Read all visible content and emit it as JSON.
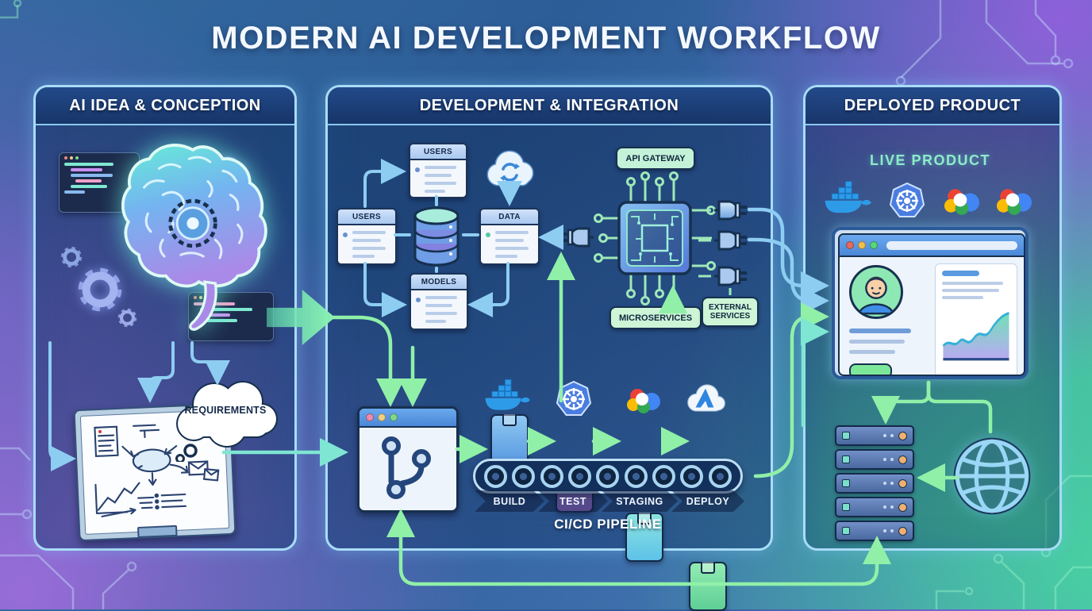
{
  "title": "MODERN AI DEVELOPMENT WORKFLOW",
  "panel_conception": {
    "header": "AI IDEA & CONCEPTION",
    "requirements_label": "REQUIREMENTS"
  },
  "panel_development": {
    "header": "DEVELOPMENT & INTEGRATION",
    "card_top": "USERS",
    "card_left": "USERS",
    "card_right": "DATA",
    "card_bottom": "MODELS",
    "api_gateway_label": "API GATEWAY",
    "microservices_label": "MICROSERVICES",
    "external_services_label": "EXTERNAL SERVICES",
    "pipeline_stages": [
      "BUILD",
      "TEST",
      "STAGING",
      "DEPLOY"
    ],
    "pipeline_caption": "CI/CD PIPELINE"
  },
  "panel_deployed": {
    "header": "DEPLOYED PRODUCT",
    "live_label": "LIVE PRODUCT"
  },
  "icons": [
    "brain-icon",
    "gear-icon",
    "code-window-icon",
    "whiteboard-icon",
    "thought-cloud-icon",
    "sync-cloud-icon",
    "database-icon",
    "record-card-icon",
    "chip-icon",
    "plug-icon",
    "docker-icon",
    "kubernetes-icon",
    "google-cloud-icon",
    "azure-cloud-icon",
    "git-branch-icon",
    "package-icon",
    "conveyor-belt-icon",
    "browser-window-icon",
    "avatar-icon",
    "area-chart-icon",
    "server-stack-icon",
    "globe-icon",
    "flow-arrow-icon",
    "circuit-trace-icon"
  ],
  "colors": {
    "accent_green": "#90f0a8",
    "accent_blue": "#8ecdf2",
    "accent_teal": "#7ee6d2",
    "panel_border": "#a9dcf7",
    "pill_bg": "#cdf5d6",
    "pill_text": "#11263e",
    "header_text": "#ffffff",
    "live_label_color": "#8deccb",
    "docker_blue": "#2e9be8",
    "kubernetes_blue": "#4a7de0",
    "gcloud_red": "#ea4335",
    "gcloud_blue": "#4285f4",
    "gcloud_yellow": "#fbbc05",
    "gcloud_green": "#34a853"
  }
}
